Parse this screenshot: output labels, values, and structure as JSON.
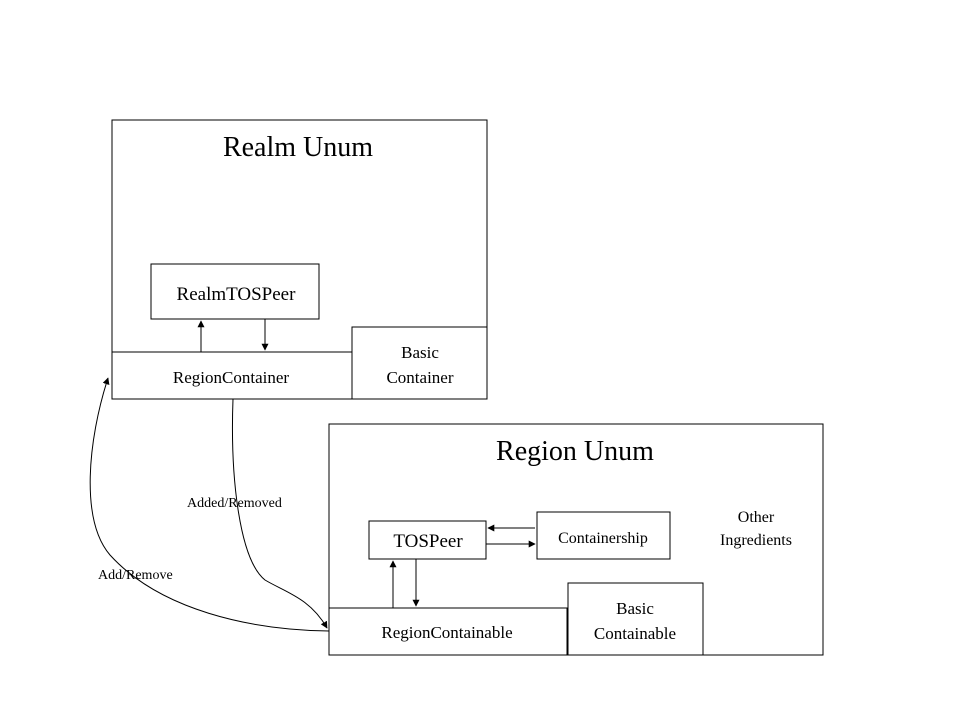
{
  "realm_unum": {
    "title": "Realm Unum",
    "realm_tos_peer": "RealmTOSPeer",
    "region_container": "RegionContainer",
    "basic_container": [
      "Basic",
      "Container"
    ]
  },
  "region_unum": {
    "title": "Region Unum",
    "tos_peer": "TOSPeer",
    "containership": "Containership",
    "other_ingredients": [
      "Other",
      "Ingredients"
    ],
    "region_containable": "RegionContainable",
    "basic_containable": [
      "Basic",
      "Containable"
    ]
  },
  "edges": {
    "added_removed": "Added/Removed",
    "add_remove": "Add/Remove"
  }
}
